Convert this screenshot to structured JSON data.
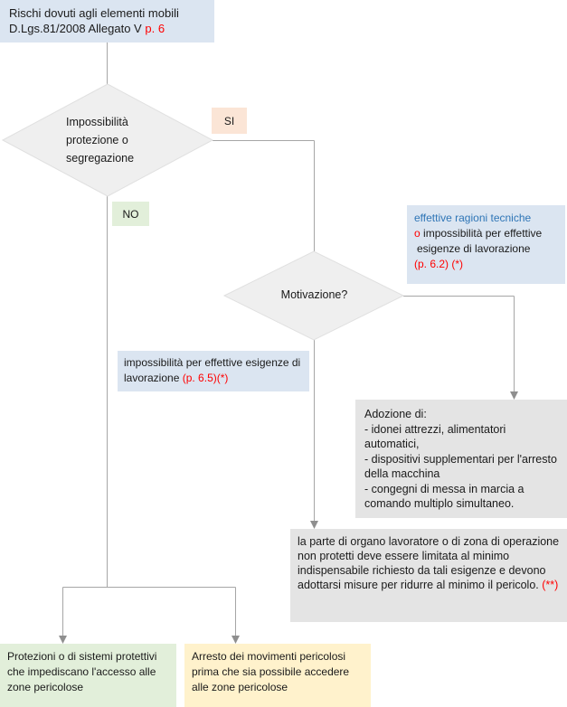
{
  "colors": {
    "note_blue_bg": "#dbe5f1",
    "gray_box_bg": "#e4e4e4",
    "diamond_bg": "#efefef",
    "yes_bg": "#fbe5d6",
    "no_bg": "#e2efda",
    "green_bg": "#e2efda",
    "yellow_bg": "#fff2cc",
    "connector": "#a6a6a6",
    "red_text": "#ff0000",
    "blue_text": "#2e75b6"
  },
  "nodes": {
    "title": {
      "line1": "Rischi dovuti agli elementi mobili",
      "line2": "D.Lgs.81/2008 Allegato V",
      "line2_red": "p. 6"
    },
    "decision1": {
      "label": "Impossibilità\nprotezione o\nsegregazione"
    },
    "yes_label": "SI",
    "no_label": "NO",
    "decision2": {
      "label": "Motivazione?"
    },
    "note_right": {
      "line1_blue": "effettive ragioni tecniche",
      "line2_red": "o",
      "line2_rest": "impossibilità per effettive",
      "line3": "esigenze di lavorazione",
      "line4_red": "(p. 6.2) (*)"
    },
    "note_left": {
      "text": "impossibilità per effettive esigenze di lavorazione",
      "red_ref": "(p. 6.5)(*)"
    },
    "adozione": {
      "text": "Adozione di:\n- idonei attrezzi, alimentatori automatici,\n- dispositivi supplementari per l'arresto della macchina\n- congegni di messa in marcia a comando multiplo simultaneo."
    },
    "la_parte": {
      "text": "la parte di organo lavoratore o di zona di operazione non protetti deve essere limitata al minimo indispensabile richiesto da tali esigenze e devono adottarsi misure per ridurre al minimo il pericolo.",
      "red_ref": "(**)"
    },
    "outcome_protezioni": "Protezioni o di sistemi protettivi che impediscano l'accesso alle zone pericolose",
    "outcome_arresto": "Arresto dei movimenti pericolosi prima che sia possibile accedere alle zone pericolose"
  }
}
